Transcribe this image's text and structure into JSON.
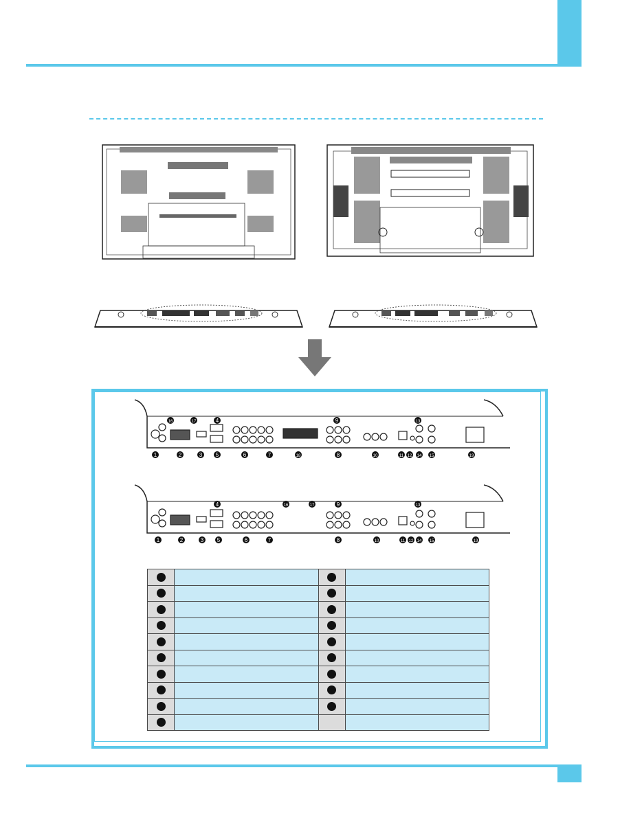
{
  "colors": {
    "accent": "#5bc8ea",
    "table_fill": "#c9eaf7",
    "table_index_fill": "#dcdcdc"
  },
  "diagram_a_callouts": {
    "top": [
      "16",
      "17",
      "4",
      "9",
      "13"
    ],
    "bottom": [
      "1",
      "2",
      "3",
      "5",
      "6",
      "7",
      "18",
      "8",
      "10",
      "11",
      "12",
      "14",
      "15",
      "19"
    ]
  },
  "diagram_b_callouts": {
    "top": [
      "4",
      "16",
      "17",
      "9",
      "13"
    ],
    "bottom": [
      "1",
      "2",
      "3",
      "5",
      "6",
      "7",
      "8",
      "10",
      "11",
      "12",
      "14",
      "15",
      "19"
    ]
  },
  "legend": {
    "left_rows": 10,
    "right_rows": 9,
    "empty_right_rows": 1
  }
}
